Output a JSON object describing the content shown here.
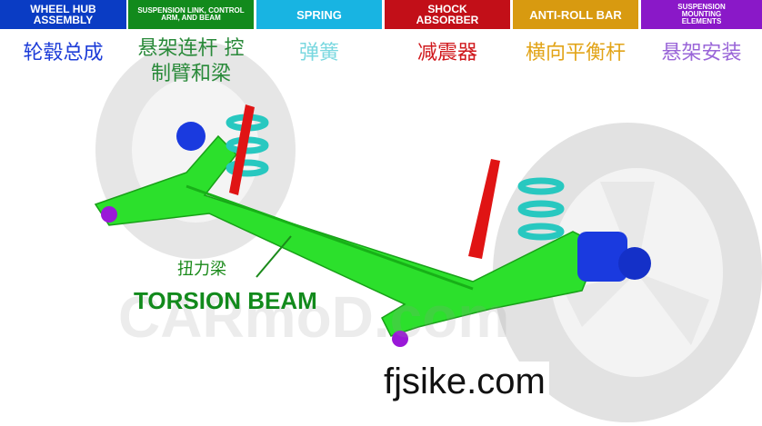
{
  "categories": [
    {
      "en": "WHEEL HUB ASSEMBLY",
      "zh": "轮毂总成",
      "color": "#0a3cc4"
    },
    {
      "en": "SUSPENSION LINK, CONTROL ARM, AND BEAM",
      "zh": "悬架连杆 控制臂和梁",
      "color": "#128a1c"
    },
    {
      "en": "SPRING",
      "zh": "弹簧",
      "color": "#18b4e2"
    },
    {
      "en": "SHOCK ABSORBER",
      "zh": "减震器",
      "color": "#c20f18"
    },
    {
      "en": "ANTI-ROLL BAR",
      "zh": "横向平衡杆",
      "color": "#d89a10"
    },
    {
      "en": "SUSPENSION MOUNTING ELEMENTS",
      "zh": "悬架安装",
      "color": "#8a18c8"
    }
  ],
  "callout": {
    "zh": "扭力梁",
    "en": "TORSION BEAM"
  },
  "watermark": "CARmoD.com",
  "site": "fjsike.com"
}
